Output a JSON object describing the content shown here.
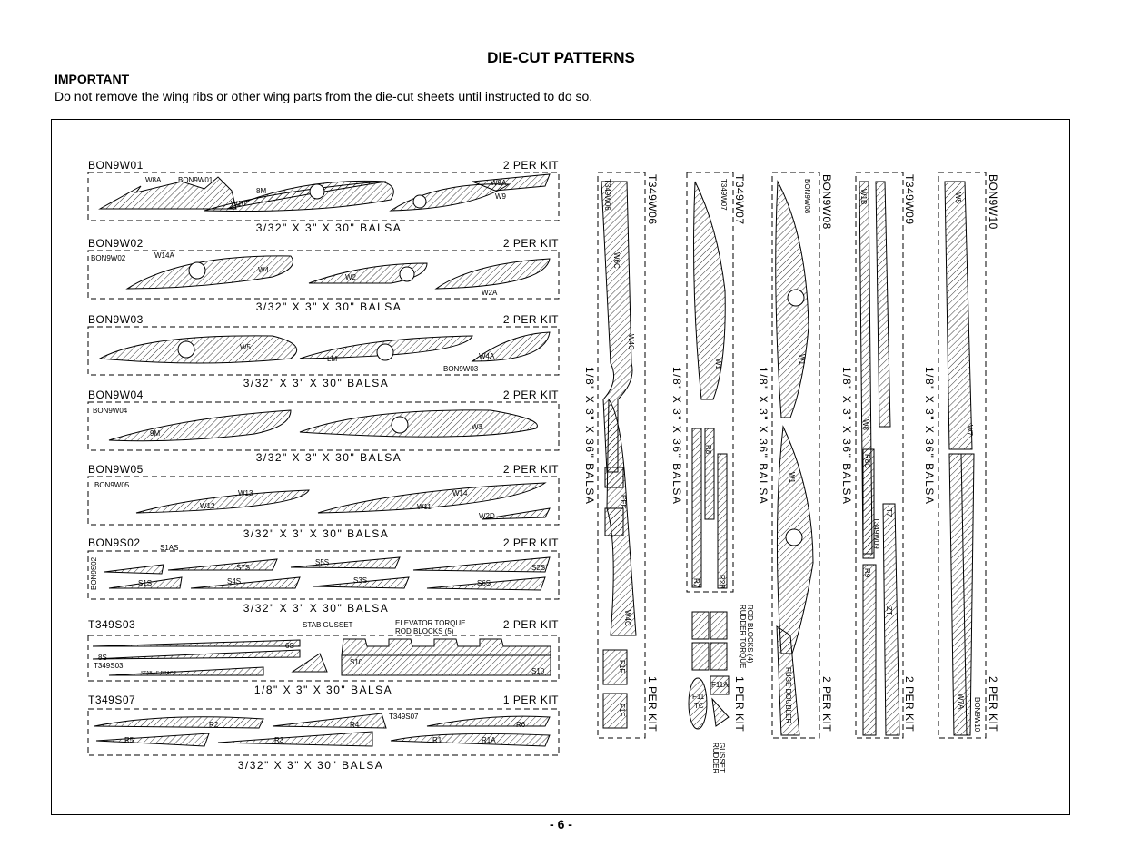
{
  "page": {
    "title": "DIE-CUT PATTERNS",
    "important_heading": "IMPORTANT",
    "important_text": "Do not remove the wing ribs or other wing parts from the die-cut sheets until instructed to do so.",
    "page_number": "- 6 -"
  },
  "horizontal_sheets": [
    {
      "id": "BON9W01",
      "qty": "2 PER KIT",
      "material": "3/32\" X 3\" X 30\" BALSA",
      "parts": [
        "W8A",
        "BON9W01",
        "W10",
        "8M",
        "W9",
        "W9A"
      ]
    },
    {
      "id": "BON9W02",
      "qty": "2 PER KIT",
      "material": "3/32\" X 3\" X 30\" BALSA",
      "parts": [
        "BON9W02",
        "W14A",
        "W4",
        "W2",
        "W2A"
      ]
    },
    {
      "id": "BON9W03",
      "qty": "2 PER KIT",
      "material": "3/32\" X 3\" X 30\" BALSA",
      "parts": [
        "W5",
        "LM",
        "W4A",
        "BON9W03"
      ]
    },
    {
      "id": "BON9W04",
      "qty": "2 PER KIT",
      "material": "3/32\" X 3\" X 30\" BALSA",
      "parts": [
        "BON9W04",
        "9M",
        "W3"
      ]
    },
    {
      "id": "BON9W05",
      "qty": "2 PER KIT",
      "material": "3/32\" X 3\" X 30\" BALSA",
      "parts": [
        "BON9W05",
        "W12",
        "W13",
        "W11",
        "W14",
        "W2D"
      ]
    },
    {
      "id": "BON9S02",
      "qty": "2 PER KIT",
      "material": "3/32\" X 3\" X 30\" BALSA",
      "parts": [
        "S1AS",
        "BON9S02",
        "S1S",
        "S7S",
        "S4S",
        "S5S",
        "S3S",
        "S2S",
        "S6S"
      ]
    },
    {
      "id": "T349S03",
      "qty": "2 PER KIT",
      "material": "1/8\" X 3\" X 30\" BALSA",
      "parts": [
        "STAB GUSSET",
        "ELEVATOR TORQUE",
        "ROD BLOCKS (5)",
        "6S",
        "8S",
        "T349S03",
        "STAB LE BRACE",
        "S10",
        "S10"
      ]
    },
    {
      "id": "T349S07",
      "qty": "1 PER KIT",
      "material": "3/32\" X 3\" X 30\" BALSA",
      "parts": [
        "T349S07",
        "R2",
        "R4",
        "R6",
        "R5",
        "R3",
        "R1",
        "R1A"
      ]
    }
  ],
  "vertical_sheets": [
    {
      "id": "T349W06",
      "qty": "1 PER KIT",
      "material": "1/8\" X 3\" X 36\" BALSA",
      "parts": [
        "T349W06",
        "W6C",
        "W4C",
        "EEF",
        "W4C",
        "F1F",
        "F1F"
      ]
    },
    {
      "id": "T349W07",
      "qty": "1 PER KIT",
      "material": "1/8\" X 3\" X 36\" BALSA",
      "parts": [
        "T349W07",
        "W1",
        "R8",
        "R7",
        "R2B",
        "F11",
        "TC",
        "F11A"
      ],
      "notes": [
        "RUDDER TORQUE",
        "ROD BLOCKS (4)",
        "RUDDER",
        "GUSSET"
      ]
    },
    {
      "id": "BON9W08",
      "qty": "2 PER KIT",
      "material": "1/8\" X 3\" X 36\" BALSA",
      "parts": [
        "BON9W08",
        "W1",
        "W1",
        "FUSE DOUBLER"
      ]
    },
    {
      "id": "T349W09",
      "qty": "2 PER KIT",
      "material": "1/8\" X 3\" X 36\" BALSA",
      "parts": [
        "W1B",
        "W8",
        "R8C",
        "T349W09",
        "R9",
        "T7",
        "ZT"
      ]
    },
    {
      "id": "BON9W10",
      "qty": "2 PER KIT",
      "material": "1/8\" X 3\" X 36\" BALSA",
      "parts": [
        "W5",
        "W7",
        "W7A",
        "BON9W10"
      ]
    }
  ]
}
